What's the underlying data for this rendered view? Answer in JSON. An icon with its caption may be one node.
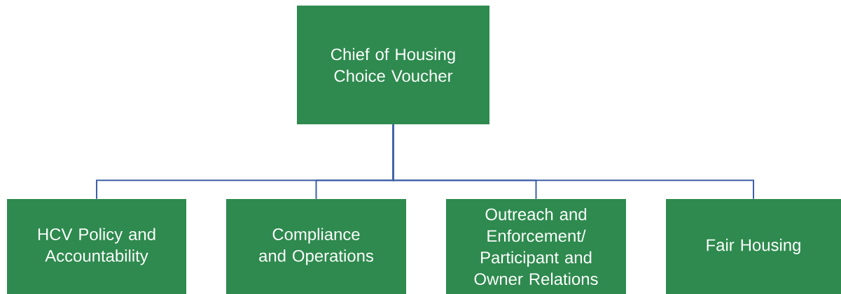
{
  "diagram": {
    "nodes": [
      {
        "text": [
          "Chief of Housing Choice Voucher"
        ]
      },
      {
        "text": [
          "HCV Policy and Accountability"
        ]
      },
      {
        "text": [
          "Compliance and Operations"
        ]
      },
      {
        "text": [
          "Outreach and Enforcement/ Participant and Owner Relations"
        ]
      },
      {
        "text": [
          "Fair Housing"
        ]
      }
    ],
    "edges": [
      {
        "from": 0,
        "to": 1,
        "arrow": "none"
      },
      {
        "from": 0,
        "to": 2,
        "arrow": "none"
      },
      {
        "from": 0,
        "to": 3,
        "arrow": "none"
      },
      {
        "from": 0,
        "to": 4,
        "arrow": "none"
      }
    ]
  }
}
